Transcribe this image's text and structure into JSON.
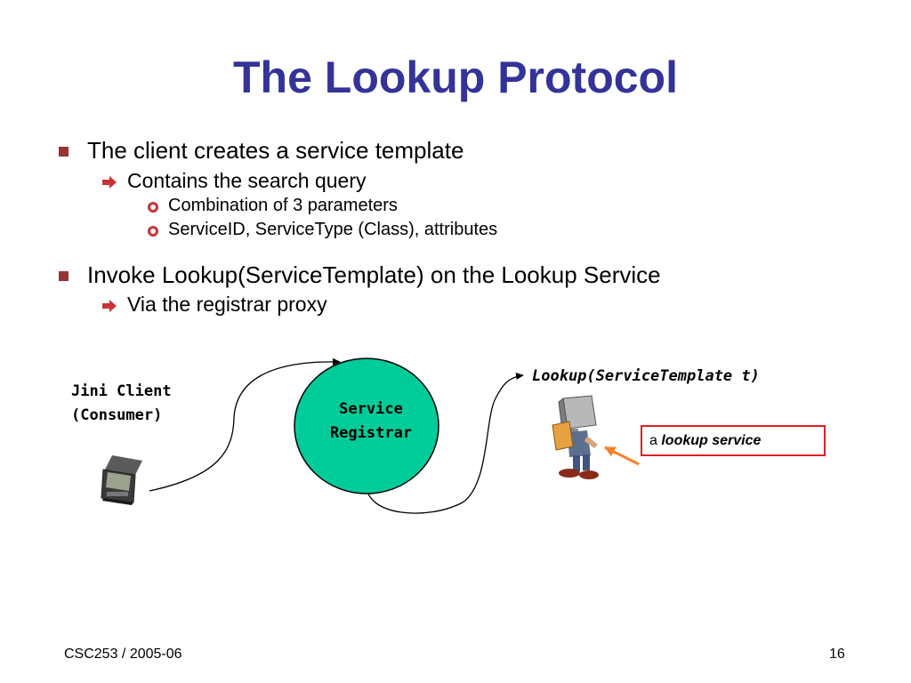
{
  "slide": {
    "title": "The Lookup Protocol",
    "bullets": [
      {
        "text": "The client creates a service template",
        "sub": [
          {
            "text": "Contains the search query",
            "sub": [
              {
                "text": "Combination of 3 parameters"
              },
              {
                "text": "ServiceID, ServiceType (Class), attributes"
              }
            ]
          }
        ]
      },
      {
        "text": "Invoke Lookup(ServiceTemplate) on the Lookup Service",
        "sub": [
          {
            "text": "Via the registrar proxy"
          }
        ]
      }
    ]
  },
  "diagram": {
    "client_label_line1": "Jini Client",
    "client_label_line2": "(Consumer)",
    "registrar_line1": "Service",
    "registrar_line2": "Registrar",
    "call_label": "Lookup(ServiceTemplate t)",
    "annotation_prefix": "a",
    "annotation_emphasis": "lookup service"
  },
  "footer": {
    "course": "CSC253 / 2005-06",
    "page": "16"
  },
  "colors": {
    "title": "#333399",
    "square_bullet": "#993333",
    "arrow_bullet": "#cc3333",
    "registrar_fill": "#00cc99",
    "annotation_border": "#e02020",
    "pointer_arrow": "#ff7f27"
  }
}
